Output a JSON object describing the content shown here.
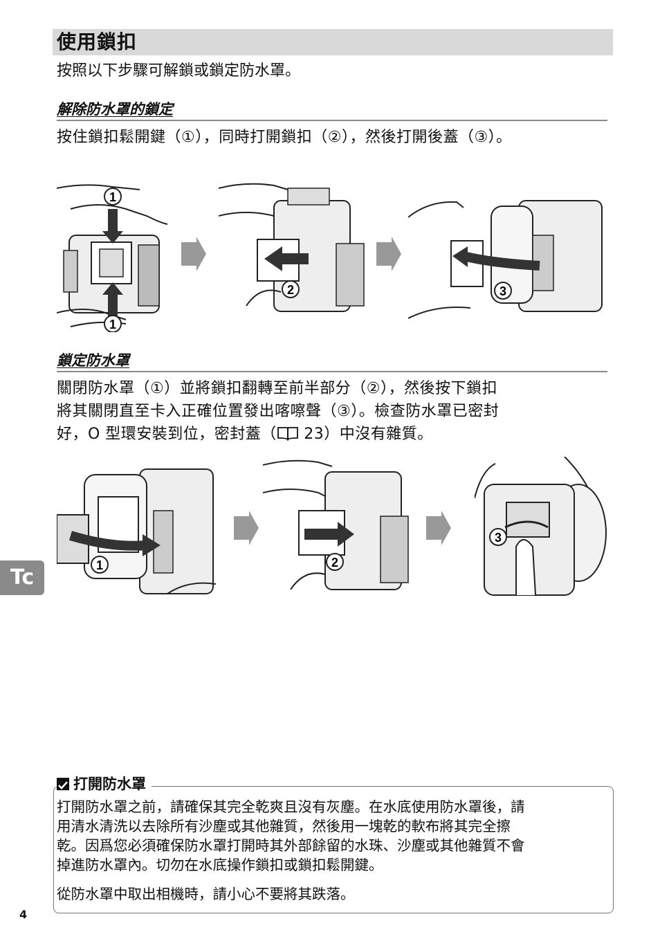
{
  "page": {
    "title": "使用鎖扣",
    "intro": "按照以下步驟可解鎖或鎖定防水罩。",
    "section_unlock": {
      "heading": "解除防水罩的鎖定",
      "text": "按住鎖扣鬆開鍵（①），同時打開鎖扣（②），然後打開後蓋（③）。"
    },
    "section_lock": {
      "heading": "鎖定防水罩",
      "text_line1": "關閉防水罩（①）並將鎖扣翻轉至前半部分（②），然後按下鎖扣",
      "text_line2": "將其關閉直至卡入正確位置發出喀嚓聲（③）。檢查防水罩已密封",
      "text_line3_a": "好，O 型環安裝到位，密封蓋（",
      "text_line3_b": " 23）中沒有雜質。"
    },
    "callouts": {
      "one": "1",
      "two": "2",
      "three": "3"
    },
    "side_tab": "Tc",
    "note": {
      "title": "打開防水罩",
      "paragraph1_line1": "打開防水罩之前，請確保其完全乾爽且沒有灰塵。在水底使用防水罩後，請",
      "paragraph1_line2": "用清水清洗以去除所有沙塵或其他雜質，然後用一塊乾的軟布將其完全擦",
      "paragraph1_line3": "乾。因爲您必須確保防水罩打開時其外部餘留的水珠、沙塵或其他雜質不會",
      "paragraph1_line4": "掉進防水罩內。切勿在水底操作鎖扣或鎖扣鬆開鍵。",
      "paragraph2": "從防水罩中取出相機時，請小心不要將其跌落。"
    },
    "page_number": "4"
  }
}
